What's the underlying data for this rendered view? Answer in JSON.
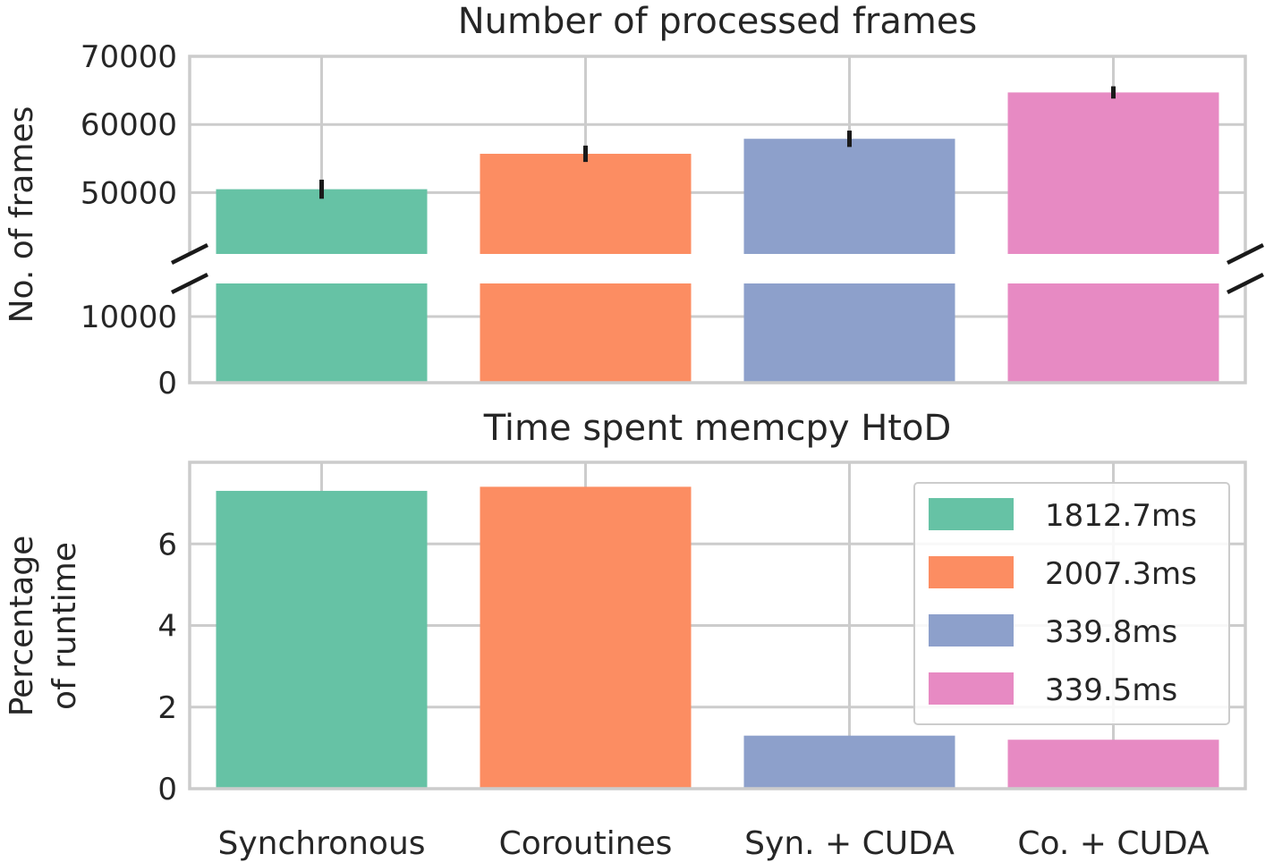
{
  "chart_data": [
    {
      "type": "bar",
      "title": "Number of processed frames",
      "ylabel": "No. of frames",
      "categories": [
        "Synchronous",
        "Coroutines",
        "Syn. + CUDA",
        "Co. + CUDA"
      ],
      "values": [
        50500,
        55700,
        57900,
        64700
      ],
      "error": [
        1400,
        1200,
        1200,
        900
      ],
      "colors": [
        "#66c2a5",
        "#fc8d62",
        "#8da0cb",
        "#e78ac3"
      ],
      "broken_axis": true,
      "upper_ylim": [
        41000,
        70000
      ],
      "upper_yticks": [
        50000,
        60000,
        70000
      ],
      "upper_ytick_labels": [
        "50000",
        "60000",
        "70000"
      ],
      "lower_ylim": [
        0,
        15000
      ],
      "lower_yticks": [
        0,
        10000
      ],
      "lower_ytick_labels": [
        "0",
        "10000"
      ],
      "grid": true
    },
    {
      "type": "bar",
      "title": "Time spent memcpy HtoD",
      "ylabel_lines": [
        "Percentage",
        "of runtime"
      ],
      "categories": [
        "Synchronous",
        "Coroutines",
        "Syn. + CUDA",
        "Co. + CUDA"
      ],
      "values": [
        7.3,
        7.4,
        1.3,
        1.2
      ],
      "colors": [
        "#66c2a5",
        "#fc8d62",
        "#8da0cb",
        "#e78ac3"
      ],
      "ylim": [
        0,
        8
      ],
      "yticks": [
        0,
        2,
        4,
        6
      ],
      "ytick_labels": [
        "0",
        "2",
        "4",
        "6"
      ],
      "xtick_labels": [
        "Synchronous",
        "Coroutines",
        "Syn. + CUDA",
        "Co. + CUDA"
      ],
      "legend_position": "upper-right",
      "legend": [
        {
          "label": "1812.7ms",
          "color": "#66c2a5"
        },
        {
          "label": "2007.3ms",
          "color": "#fc8d62"
        },
        {
          "label": "339.8ms",
          "color": "#8da0cb"
        },
        {
          "label": "339.5ms",
          "color": "#e78ac3"
        }
      ],
      "grid": true
    }
  ]
}
